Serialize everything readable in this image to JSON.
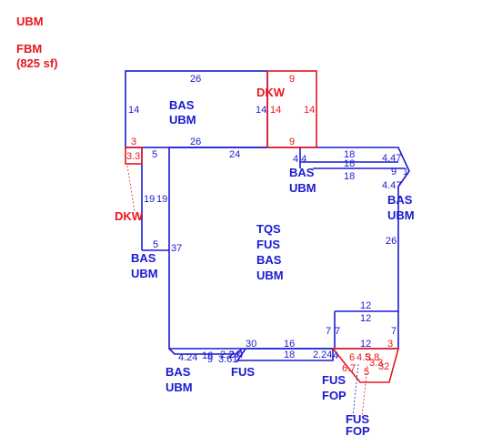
{
  "header": {
    "line1": "UBM",
    "line2": "FBM",
    "line3": "(825 sf)"
  },
  "colors": {
    "blue": "#1a1ad0",
    "red": "#e8161e"
  },
  "areas": {
    "top_left": {
      "l1": "BAS",
      "l2": "UBM"
    },
    "top_dkw": {
      "l1": "DKW"
    },
    "left_dkw": {
      "l1": "DKW"
    },
    "left_col": {
      "l1": "BAS",
      "l2": "UBM"
    },
    "center": {
      "l1": "TQS",
      "l2": "FUS",
      "l3": "BAS",
      "l4": "UBM"
    },
    "mid_bas": {
      "l1": "BAS",
      "l2": "UBM"
    },
    "right_bas": {
      "l1": "BAS",
      "l2": "UBM"
    },
    "bot_left": {
      "l1": "BAS",
      "l2": "UBM"
    },
    "bot_fus": {
      "l1": "FUS"
    },
    "fus_fop1": {
      "l1": "FUS",
      "l2": "FOP"
    },
    "fus_fop2": {
      "l1": "FUS",
      "l2": "FOP"
    }
  },
  "dims": {
    "top_26": "26",
    "top_9": "9",
    "left_14": "14",
    "in_14a": "14",
    "in_14b": "14",
    "right_14": "14",
    "mid_26": "26",
    "mid_9": "9",
    "small_3": "3",
    "small_33": "3.3",
    "d5a": "5",
    "d24": "24",
    "d18a": "18",
    "d18b": "18",
    "d18c": "18",
    "d44a": "4.4",
    "d447a": "4.47",
    "d447b": "4.47",
    "d9": "9",
    "d1": "1",
    "d19a": "19",
    "d19b": "19",
    "d5b": "5",
    "d37": "37",
    "d26r": "26",
    "d12a": "12",
    "d12b": "12",
    "d7a": "7",
    "d7b": "7",
    "d7c": "7",
    "d12c": "12",
    "d3r": "3",
    "d30": "30",
    "d16": "16",
    "d18d": "18",
    "d224a": "2.24",
    "d424": "4.24",
    "d16s": "16",
    "d9s": "9",
    "d224b": "2.24",
    "d361": "3.61",
    "d24s": "2.4",
    "d14s": "4",
    "d6": "6",
    "d45": "4.5",
    "d38": "3.8",
    "d32": "32",
    "d67": "6.7",
    "d33": "3.3",
    "d5s": "5"
  }
}
